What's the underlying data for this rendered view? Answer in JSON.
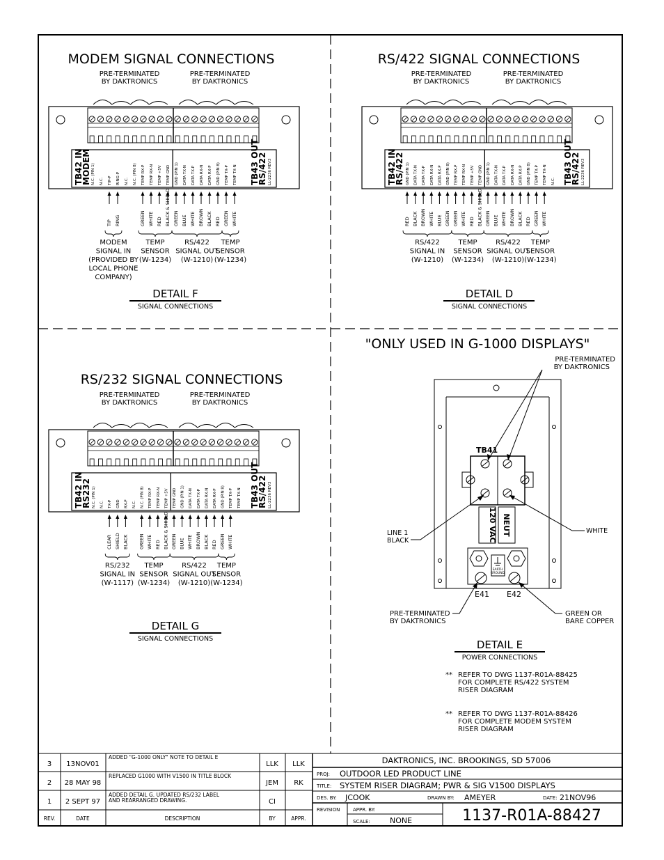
{
  "details": {
    "modem": {
      "title": "MODEM  SIGNAL  CONNECTIONS",
      "pre_left": [
        "PRE-TERMINATED",
        "BY  DAKTRONICS"
      ],
      "pre_right": [
        "PRE-TERMINATED",
        "BY  DAKTRONICS"
      ],
      "tb_in": [
        "TB42 IN",
        "MODEM"
      ],
      "tb_out": [
        "TB43 OUT",
        "RS/422",
        "LL-2236 REV3"
      ],
      "terminals": [
        "N.C. (PIN 1)",
        "N.C.",
        "TIP-P",
        "RING-P",
        "N.C.",
        "N.C. (PIN 8)",
        "TEMP RX-P",
        "TEMP RX-N",
        "TEMP +5V",
        "TEMP GND",
        "GND (PIN 1)",
        "DATA TX-N",
        "DATA TX-P",
        "DATA RX-N",
        "DATA RX-P",
        "GND (PIN 8)",
        "TEMP TX-P",
        "TEMP TX-N"
      ],
      "wires": [
        {
          "slot": 2,
          "label": "TIP"
        },
        {
          "slot": 3,
          "label": "RING"
        },
        {
          "slot": 6,
          "label": "GREEN"
        },
        {
          "slot": 7,
          "label": "WHITE"
        },
        {
          "slot": 8,
          "label": "RED"
        },
        {
          "slot": 9,
          "label": "BLACK & SHIELD"
        },
        {
          "slot": 10,
          "label": "GREEN"
        },
        {
          "slot": 11,
          "label": "BLUE"
        },
        {
          "slot": 12,
          "label": "WHITE"
        },
        {
          "slot": 13,
          "label": "BROWN"
        },
        {
          "slot": 14,
          "label": "BLACK"
        },
        {
          "slot": 15,
          "label": "RED"
        },
        {
          "slot": 16,
          "label": "GREEN"
        },
        {
          "slot": 17,
          "label": "WHITE"
        }
      ],
      "groups": [
        {
          "from": 2,
          "to": 3,
          "lines": [
            "MODEM",
            "SIGNAL  IN",
            "(PROVIDED  BY",
            "LOCAL  PHONE",
            "COMPANY)"
          ]
        },
        {
          "from": 6,
          "to": 9,
          "lines": [
            "TEMP",
            "SENSOR",
            "(W-1234)"
          ]
        },
        {
          "from": 10,
          "to": 15,
          "lines": [
            "RS/422",
            "SIGNAL  OUT",
            "(W-1210)"
          ]
        },
        {
          "from": 16,
          "to": 17,
          "lines": [
            "TEMP",
            "SENSOR",
            "(W-1234)"
          ]
        }
      ],
      "detail_label": "DETAIL  F",
      "detail_sub": "SIGNAL  CONNECTIONS"
    },
    "rs422": {
      "title": "RS/422  SIGNAL  CONNECTIONS",
      "pre_left": [
        "PRE-TERMINATED",
        "BY  DAKTRONICS"
      ],
      "pre_right": [
        "PRE-TERMINATED",
        "BY  DAKTRONICS"
      ],
      "tb_in": [
        "TB42 IN",
        "RS/422"
      ],
      "tb_out": [
        "TB43 OUT",
        "RS/422",
        "LL-2236 REV3"
      ],
      "terminals": [
        "GND (PIN 1)",
        "DATA TX-N",
        "DATA TX-P",
        "DATA RX-N",
        "DATA RX-P",
        "GND (PIN 8)",
        "TEMP RX-P",
        "TEMP RX-N",
        "TEMP +5V",
        "TEMP GND",
        "GND (PIN 1)",
        "DATA TX-N",
        "DATA TX-P",
        "DATA RX-N",
        "DATA RX-P",
        "GND (PIN 8)",
        "TEMP TX-P",
        "TEMP TX-N",
        "N.C."
      ],
      "wires": [
        {
          "slot": 0,
          "label": "RED"
        },
        {
          "slot": 1,
          "label": "BLACK"
        },
        {
          "slot": 2,
          "label": "BROWN"
        },
        {
          "slot": 3,
          "label": "WHITE"
        },
        {
          "slot": 4,
          "label": "BLUE"
        },
        {
          "slot": 5,
          "label": "GREEN"
        },
        {
          "slot": 6,
          "label": "GREEN"
        },
        {
          "slot": 7,
          "label": "WHITE"
        },
        {
          "slot": 8,
          "label": "RED"
        },
        {
          "slot": 9,
          "label": "BLACK & SHIELD"
        },
        {
          "slot": 10,
          "label": "GREEN"
        },
        {
          "slot": 11,
          "label": "BLUE"
        },
        {
          "slot": 12,
          "label": "WHITE"
        },
        {
          "slot": 13,
          "label": "BROWN"
        },
        {
          "slot": 14,
          "label": "BLACK"
        },
        {
          "slot": 15,
          "label": "RED"
        },
        {
          "slot": 16,
          "label": "GREEN"
        },
        {
          "slot": 17,
          "label": "WHITE"
        }
      ],
      "groups": [
        {
          "from": 0,
          "to": 5,
          "lines": [
            "RS/422",
            "SIGNAL  IN",
            "(W-1210)"
          ]
        },
        {
          "from": 6,
          "to": 9,
          "lines": [
            "TEMP",
            "SENSOR",
            "(W-1234)"
          ]
        },
        {
          "from": 10,
          "to": 15,
          "lines": [
            "RS/422",
            "SIGNAL  OUT",
            "(W-1210)"
          ]
        },
        {
          "from": 16,
          "to": 17,
          "lines": [
            "TEMP",
            "SENSOR",
            "(W-1234)"
          ]
        }
      ],
      "detail_label": "DETAIL  D",
      "detail_sub": "SIGNAL  CONNECTIONS"
    },
    "rs232": {
      "title": "RS/232  SIGNAL  CONNECTIONS",
      "pre_left": [
        "PRE-TERMINATED",
        "BY  DAKTRONICS"
      ],
      "pre_right": [
        "PRE-TERMINATED",
        "BY  DAKTRONICS"
      ],
      "tb_in": [
        "TB42 IN",
        "RS232"
      ],
      "tb_out": [
        "TB43 OUT",
        "RS/422",
        "LL-2236 REV3"
      ],
      "terminals": [
        "N.C. (PIN 1)",
        "N.C.",
        "TX-P",
        "GND",
        "RX-P",
        "N.C.",
        "N.C. (PIN 8)",
        "TEMP RX-P",
        "TEMP RX-N",
        "TEMP +5V",
        "TEMP GND",
        "GND (PIN 1)",
        "DATA TX-N",
        "DATA TX-P",
        "DATA RX-N",
        "DATA RX-P",
        "GND (PIN 8)",
        "TEMP TX-P",
        "TEMP TX-N"
      ],
      "wires": [
        {
          "slot": 2,
          "label": "CLEAR"
        },
        {
          "slot": 3,
          "label": "SHIELD"
        },
        {
          "slot": 4,
          "label": "BLACK"
        },
        {
          "slot": 6,
          "label": "GREEN"
        },
        {
          "slot": 7,
          "label": "WHITE"
        },
        {
          "slot": 8,
          "label": "RED"
        },
        {
          "slot": 9,
          "label": "BLACK & SHIELD"
        },
        {
          "slot": 10,
          "label": "GREEN"
        },
        {
          "slot": 11,
          "label": "BLUE"
        },
        {
          "slot": 12,
          "label": "WHITE"
        },
        {
          "slot": 13,
          "label": "BROWN"
        },
        {
          "slot": 14,
          "label": "BLACK"
        },
        {
          "slot": 15,
          "label": "RED"
        },
        {
          "slot": 16,
          "label": "GREEN"
        },
        {
          "slot": 17,
          "label": "WHITE"
        }
      ],
      "groups": [
        {
          "from": 2,
          "to": 4,
          "lines": [
            "RS/232",
            "SIGNAL  IN",
            "(W-1117)"
          ]
        },
        {
          "from": 6,
          "to": 9,
          "lines": [
            "TEMP",
            "SENSOR",
            "(W-1234)"
          ]
        },
        {
          "from": 10,
          "to": 15,
          "lines": [
            "RS/422",
            "SIGNAL  OUT",
            "(W-1210)"
          ]
        },
        {
          "from": 16,
          "to": 17,
          "lines": [
            "TEMP",
            "SENSOR",
            "(W-1234)"
          ]
        }
      ],
      "detail_label": "DETAIL  G",
      "detail_sub": "SIGNAL  CONNECTIONS"
    }
  },
  "power": {
    "heading": "\"ONLY  USED  IN  G-1000  DISPLAYS\"",
    "pre_top": [
      "PRE-TERMINATED",
      "BY  DAKTRONICS"
    ],
    "tb_label": "TB41",
    "vac_label": "120 VAC",
    "neut_label": "NEUT",
    "line_label": [
      "LINE  1",
      "BLACK"
    ],
    "white_label": "WHITE",
    "earth_label": [
      "EARTH",
      "GROUND"
    ],
    "e41": "E41",
    "e42": "E42",
    "pre_bottom": [
      "PRE-TERMINATED",
      "BY  DAKTRONICS"
    ],
    "green_label": [
      "GREEN  OR",
      "BARE  COPPER"
    ],
    "detail_label": "DETAIL  E",
    "detail_sub": "POWER  CONNECTIONS",
    "notes": [
      {
        "star": "**",
        "lines": [
          "REFER  TO  DWG  1137-R01A-88425",
          "FOR  COMPLETE  RS/422  SYSTEM",
          "RISER  DIAGRAM"
        ]
      },
      {
        "star": "**",
        "lines": [
          "REFER  TO  DWG  1137-R01A-88426",
          "FOR  COMPLETE  MODEM  SYSTEM",
          "RISER  DIAGRAM"
        ]
      }
    ]
  },
  "revisions": {
    "headers": {
      "rev": "REV.",
      "date": "DATE",
      "description": "DESCRIPTION",
      "by": "BY",
      "appr": "APPR."
    },
    "rows": [
      {
        "rev": "3",
        "date": "13NOV01",
        "desc": [
          "ADDED \"G-1000 ONLY\" NOTE TO DETAIL E"
        ],
        "by": "LLK",
        "appr": "LLK"
      },
      {
        "rev": "2",
        "date": "28 MAY 98",
        "desc": [
          "REPLACED G1000 WITH V1500 IN TITLE BLOCK"
        ],
        "by": "JEM",
        "appr": "RK"
      },
      {
        "rev": "1",
        "date": "2 SEPT 97",
        "desc": [
          "ADDED DETAIL G. UPDATED RS/232 LABEL",
          "AND REARRANGED DRAWING."
        ],
        "by": "CI",
        "appr": ""
      }
    ]
  },
  "title_block": {
    "company": "DAKTRONICS,  INC.    BROOKINGS,  SD  57006",
    "proj_label": "PROJ:",
    "proj": "OUTDOOR  LED  PRODUCT  LINE",
    "title_label": "TITLE:",
    "title": "SYSTEM  RISER  DIAGRAM;  PWR  &  SIG  V1500  DISPLAYS",
    "des_label": "DES. BY:",
    "des": "JCOOK",
    "drawn_label": "DRAWN BY:",
    "drawn": "AMEYER",
    "date_label": "DATE:",
    "date": "21NOV96",
    "revision_label": "REVISION",
    "appr_label": "APPR. BY:",
    "scale_label": "SCALE:",
    "scale": "NONE",
    "dwg_number": "1137-R01A-88427"
  }
}
